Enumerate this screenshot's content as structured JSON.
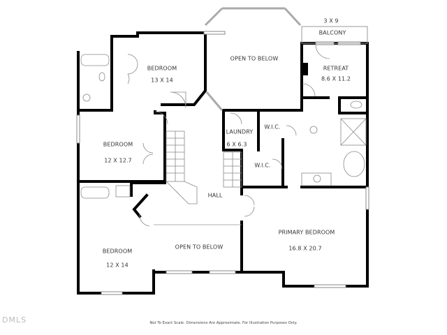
{
  "floorplan": {
    "rooms": [
      {
        "id": "bedroom-ne",
        "name": "BEDROOM",
        "size": "13 X 14"
      },
      {
        "id": "open-to-below-top",
        "name": "OPEN TO BELOW",
        "size": ""
      },
      {
        "id": "balcony",
        "name": "BALCONY",
        "size": "3 X 9"
      },
      {
        "id": "retreat",
        "name": "RETREAT",
        "size": "8.6 X 11.2"
      },
      {
        "id": "bedroom-mid",
        "name": "BEDROOM",
        "size": "12 X 12.7"
      },
      {
        "id": "laundry",
        "name": "LAUNDRY",
        "size": "6 X 6.3"
      },
      {
        "id": "wic-1",
        "name": "W.I.C.",
        "size": ""
      },
      {
        "id": "wic-2",
        "name": "W.I.C.",
        "size": ""
      },
      {
        "id": "hall",
        "name": "HALL",
        "size": ""
      },
      {
        "id": "bedroom-sw",
        "name": "BEDROOM",
        "size": "12 X 14"
      },
      {
        "id": "open-to-below-bottom",
        "name": "OPEN TO BELOW",
        "size": ""
      },
      {
        "id": "primary-bedroom",
        "name": "PRIMARY BEDROOM",
        "size": "16.8 X 20.7"
      }
    ],
    "disclaimer": "Not To Exact Scale. Dimensions Are Approximate. For Illustration Purposes Only.",
    "watermark": "DMLS",
    "colors": {
      "wall": "#000000",
      "fixture": "#888888",
      "window": "#999999",
      "text": "#333333"
    }
  }
}
